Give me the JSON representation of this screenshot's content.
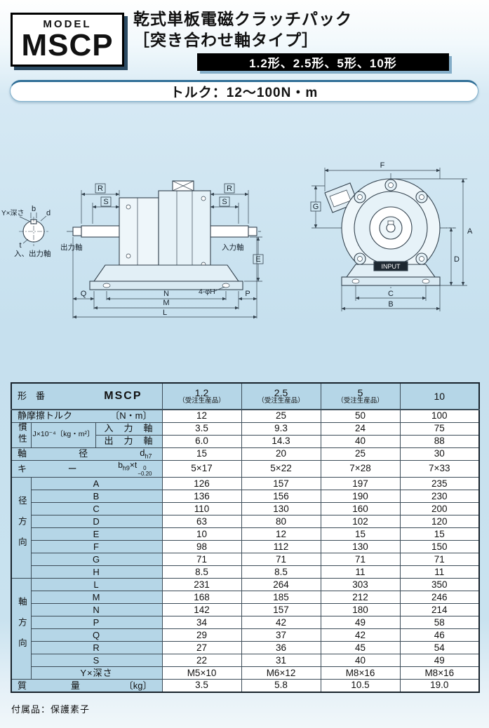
{
  "header": {
    "model_label": "MODEL",
    "model_name": "MSCP",
    "title_line1": "乾式単板電磁クラッチパック",
    "title_line2": "［突き合わせ軸タイプ］",
    "variants_bar": "1.2形、2.5形、5形、10形",
    "torque_pill": "トルク：12〜100N・m"
  },
  "drawing": {
    "labels": {
      "R": "R",
      "S": "S",
      "b": "b",
      "d": "d",
      "t": "t",
      "y_depth": "Y×深さ",
      "io_shaft": "入、出力軸",
      "out_shaft": "出力軸",
      "in_shaft": "入力軸",
      "E": "E",
      "N": "N",
      "M": "M",
      "L": "L",
      "Q": "Q",
      "P": "P",
      "holes": "4-φH",
      "F": "F",
      "G": "G",
      "A": "A",
      "D": "D",
      "C": "C",
      "B": "B",
      "input": "INPUT"
    }
  },
  "table": {
    "header": {
      "row_title": "形　番",
      "model": "MSCP",
      "cols": [
        "1.2",
        "2.5",
        "5",
        "10"
      ],
      "col_notes": [
        "（受注生産品）",
        "（受注生産品）",
        "（受注生産品）",
        ""
      ]
    },
    "groups": {
      "inertia": "慣性",
      "inertia_formula": "J×10⁻⁴〔kg・m²〕",
      "radial": "径方向",
      "axial": "軸方向"
    },
    "rows": [
      {
        "label": "静摩擦トルク",
        "unit": "〔N・m〕",
        "v": [
          "12",
          "25",
          "50",
          "100"
        ]
      },
      {
        "label": "入　力　軸",
        "v": [
          "3.5",
          "9.3",
          "24",
          "75"
        ]
      },
      {
        "label": "出　力　軸",
        "v": [
          "6.0",
          "14.3",
          "40",
          "88"
        ]
      },
      {
        "l1": "軸",
        "l2": "径",
        "sym": "d",
        "sym_sub": "h7",
        "v": [
          "15",
          "20",
          "25",
          "30"
        ]
      },
      {
        "l1": "キ",
        "l2": "ー",
        "sym": "b",
        "sym_sub": "h9",
        "sym2": "×t",
        "tol_top": "0",
        "tol_bottom": "−0.20",
        "v": [
          "5×17",
          "5×22",
          "7×28",
          "7×33"
        ]
      },
      {
        "label": "A",
        "v": [
          "126",
          "157",
          "197",
          "235"
        ]
      },
      {
        "label": "B",
        "v": [
          "136",
          "156",
          "190",
          "230"
        ]
      },
      {
        "label": "C",
        "v": [
          "110",
          "130",
          "160",
          "200"
        ]
      },
      {
        "label": "D",
        "v": [
          "63",
          "80",
          "102",
          "120"
        ]
      },
      {
        "label": "E",
        "v": [
          "10",
          "12",
          "15",
          "15"
        ]
      },
      {
        "label": "F",
        "v": [
          "98",
          "112",
          "130",
          "150"
        ]
      },
      {
        "label": "G",
        "v": [
          "71",
          "71",
          "71",
          "71"
        ]
      },
      {
        "label": "H",
        "v": [
          "8.5",
          "8.5",
          "11",
          "11"
        ]
      },
      {
        "label": "L",
        "v": [
          "231",
          "264",
          "303",
          "350"
        ]
      },
      {
        "label": "M",
        "v": [
          "168",
          "185",
          "212",
          "246"
        ]
      },
      {
        "label": "N",
        "v": [
          "142",
          "157",
          "180",
          "214"
        ]
      },
      {
        "label": "P",
        "v": [
          "34",
          "42",
          "49",
          "58"
        ]
      },
      {
        "label": "Q",
        "v": [
          "29",
          "37",
          "42",
          "46"
        ]
      },
      {
        "label": "R",
        "v": [
          "27",
          "36",
          "45",
          "54"
        ]
      },
      {
        "label": "S",
        "v": [
          "22",
          "31",
          "40",
          "49"
        ]
      },
      {
        "label": "Y×深さ",
        "v": [
          "M5×10",
          "M6×12",
          "M8×16",
          "M8×16"
        ]
      },
      {
        "l1": "質",
        "l2": "量",
        "unit": "〔kg〕",
        "v": [
          "3.5",
          "5.8",
          "10.5",
          "19.0"
        ]
      }
    ]
  },
  "footer": {
    "note": "付属品：保護素子"
  }
}
